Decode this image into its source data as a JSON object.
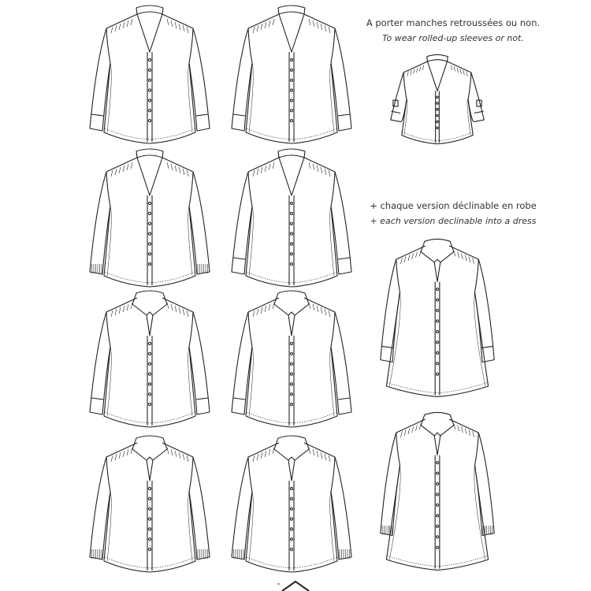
{
  "notes": {
    "sleeves_fr": "A porter manches retroussées ou non.",
    "sleeves_en": "To wear rolled-up sleeves or not.",
    "dress_fr": "+ chaque version déclinable en robe",
    "dress_en": "+ each version declinable into a dress"
  },
  "garments": [
    {
      "name": "shirt-v1-front",
      "type": "shirt",
      "collar": "band",
      "cuff": "plain"
    },
    {
      "name": "shirt-v2-front",
      "type": "shirt",
      "collar": "band",
      "cuff": "plain"
    },
    {
      "name": "shirt-v3-front",
      "type": "shirt",
      "collar": "band",
      "cuff": "ruffle"
    },
    {
      "name": "shirt-v4-front",
      "type": "shirt",
      "collar": "band",
      "cuff": "plain"
    },
    {
      "name": "shirt-v5-front",
      "type": "shirt",
      "collar": "collar",
      "cuff": "plain"
    },
    {
      "name": "shirt-v6-front",
      "type": "shirt",
      "collar": "collar",
      "cuff": "plain"
    },
    {
      "name": "shirt-v7-front",
      "type": "shirt",
      "collar": "collar",
      "cuff": "ruffle"
    },
    {
      "name": "shirt-v8-front",
      "type": "shirt",
      "collar": "collar",
      "cuff": "ruffle"
    },
    {
      "name": "shirt-rolled-sleeves",
      "type": "shirt",
      "collar": "band",
      "cuff": "rolled"
    },
    {
      "name": "dress-collar",
      "type": "dress",
      "collar": "collar",
      "cuff": "plain"
    },
    {
      "name": "dress-ruffle",
      "type": "dress",
      "collar": "collar",
      "cuff": "ruffle"
    }
  ]
}
